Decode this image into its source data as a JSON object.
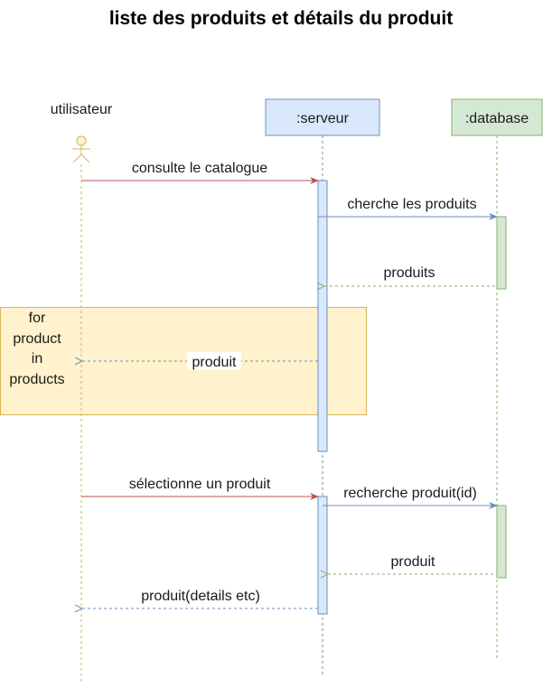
{
  "title": "liste des produits et détails du produit",
  "participants": [
    {
      "id": "user",
      "label": "utilisateur",
      "kind": "actor"
    },
    {
      "id": "server",
      "label": ":serveur",
      "kind": "box",
      "fill": "#dae8fc",
      "stroke": "#6c8ebf"
    },
    {
      "id": "db",
      "label": ":database",
      "kind": "box",
      "fill": "#d5e8d4",
      "stroke": "#82b366"
    }
  ],
  "messages": [
    {
      "label": "consulte le catalogue",
      "from": "user",
      "to": "server",
      "kind": "call"
    },
    {
      "label": "cherche les produits",
      "from": "server",
      "to": "db",
      "kind": "call"
    },
    {
      "label": "produits",
      "from": "db",
      "to": "server",
      "kind": "return"
    },
    {
      "label": "produit",
      "from": "server",
      "to": "user",
      "kind": "return"
    },
    {
      "label": "sélectionne un produit",
      "from": "user",
      "to": "server",
      "kind": "call"
    },
    {
      "label": "recherche produit(id)",
      "from": "server",
      "to": "db",
      "kind": "call"
    },
    {
      "label": "produit",
      "from": "db",
      "to": "server",
      "kind": "return"
    },
    {
      "label": "produit(details etc)",
      "from": "server",
      "to": "user",
      "kind": "return"
    }
  ],
  "loop": {
    "label": "for\nproduct\nin\nproducts",
    "fill": "#fff2cc",
    "stroke": "#d6b656"
  },
  "colors": {
    "actor": "#d6b656",
    "call_user": "#b85450",
    "call_server": "#6c8ebf",
    "return_db": "#82b366",
    "return_server": "#6c8ebf"
  }
}
